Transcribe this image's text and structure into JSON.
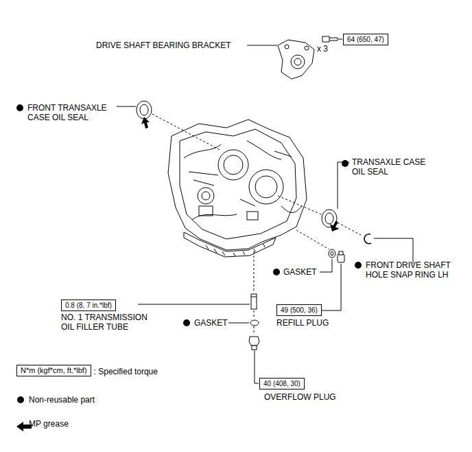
{
  "diagram": {
    "nodes": [
      {
        "text": [
          "64 (650, 47)"
        ]
      },
      {
        "text": [
          "0.8 (8, 7 in.*lbf)"
        ]
      },
      {
        "text": [
          "49 (500, 36)"
        ]
      },
      {
        "text": [
          "40 (408, 30)"
        ]
      },
      {
        "text": [
          "N*m (kgf*cm, ft.*lbf)"
        ]
      }
    ],
    "labels": [
      "DRIVE SHAFT BEARING BRACKET",
      "x 3",
      "FRONT TRANSAXLE CASE OIL SEAL",
      "TRANSAXLE CASE OIL SEAL",
      "GASKET",
      "FRONT DRIVE SHAFT HOLE SNAP RING LH",
      "NO. 1 TRANSMISSION OIL FILLER TUBE",
      "GASKET",
      "REFILL PLUG",
      "OVERFLOW PLUG"
    ],
    "legend": [
      {
        "text": ": Specified torque"
      },
      {
        "text": "Non-reusable part"
      },
      {
        "text": "MP grease"
      }
    ]
  }
}
